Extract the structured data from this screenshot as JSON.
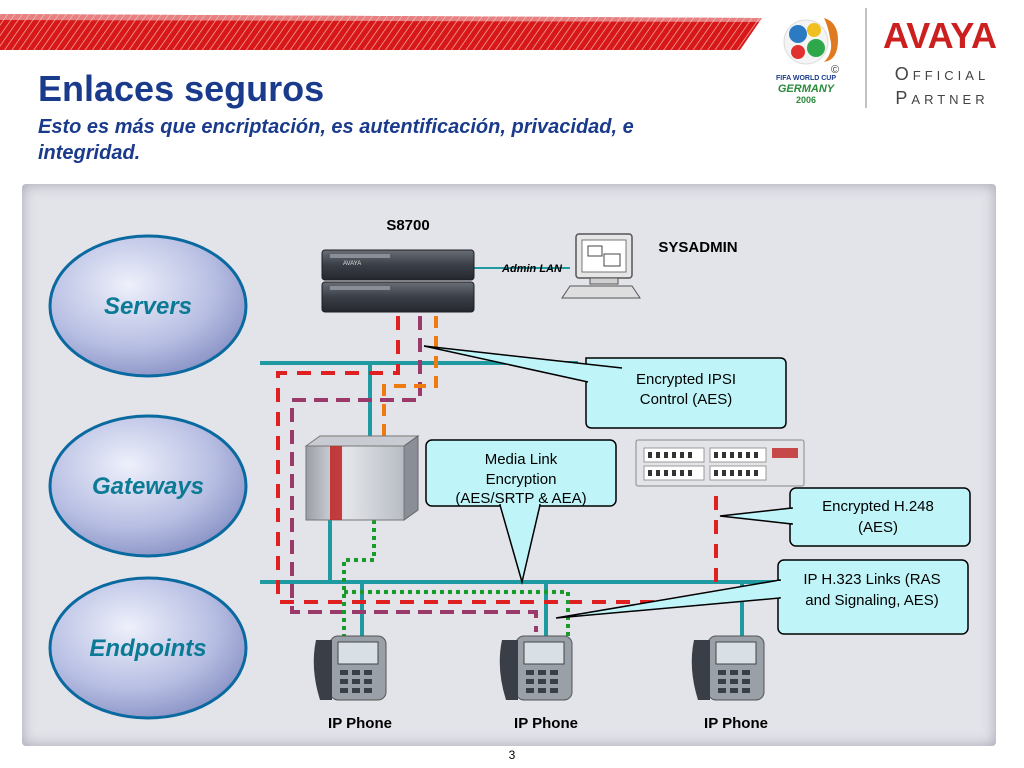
{
  "slide": {
    "title": "Enlaces seguros",
    "subtitle": "Esto es más que encriptación, es autentificación, privacidad, e integridad.",
    "page_number": "3"
  },
  "logos": {
    "worldcup_line1": "FIFA WORLD CUP",
    "worldcup_line2": "GERMANY",
    "worldcup_line3": "2006",
    "copyright": "©",
    "brand": "AVAYA",
    "partner_line1": "Official",
    "partner_line2": "Partner"
  },
  "layers": {
    "servers": "Servers",
    "gateways": "Gateways",
    "endpoints": "Endpoints"
  },
  "nodes": {
    "server": "S8700",
    "sysadmin": "SYSADMIN",
    "admin_lan": "Admin LAN",
    "server_brand": "AVAYA",
    "phone1": "IP Phone",
    "phone2": "IP Phone",
    "phone3": "IP Phone"
  },
  "callouts": {
    "ipsi": [
      "Encrypted IPSI",
      "Control (AES)"
    ],
    "media": [
      "Media Link",
      "Encryption",
      "(AES/SRTP & AEA)"
    ],
    "h248": [
      "Encrypted H.248",
      "(AES)"
    ],
    "h323": [
      "IP H.323 Links (RAS",
      "and Signaling, AES)"
    ]
  },
  "colors": {
    "title": "#1a3a8c",
    "network_line": "#1e9aa0",
    "red_dash": "#e02020",
    "purple_dash": "#9a3a6a",
    "orange_dash": "#ef7a10",
    "green_dot": "#1a9a2a",
    "callout_fill": "#bff5f8",
    "oval_text": "#0a7a95"
  }
}
